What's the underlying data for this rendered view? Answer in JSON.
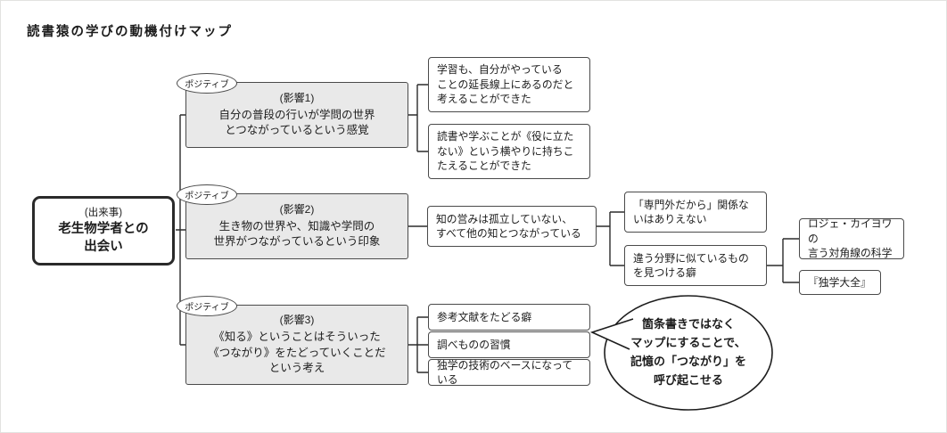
{
  "title": "読書猿の学びの動機付けマップ",
  "root": {
    "tag": "(出来事)",
    "label": "老生物学者との\n出会い"
  },
  "badge_label": "ポジティブ",
  "branches": [
    {
      "tag": "(影響1)",
      "text": "自分の普段の行いが学問の世界\nとつながっているという感覚"
    },
    {
      "tag": "(影響2)",
      "text": "生き物の世界や、知識や学問の\n世界がつながっているという印象"
    },
    {
      "tag": "(影響3)",
      "text": "《知る》ということはそういった\n《つながり》をたどっていくことだ\nという考え"
    }
  ],
  "branch1_children": [
    "学習も、自分がやっている\nことの延長線上にあるのだと\n考えることができた",
    "読書や学ぶことが《役に立た\nない》という横やりに持ちこ\nたえることができた"
  ],
  "branch2": {
    "mid": "知の営みは孤立していない、\nすべて他の知とつながっている",
    "children": [
      "「専門外だから」関係な\nいはありえない",
      "違う分野に似ているもの\nを見つける癖"
    ],
    "grandchildren": [
      "ロジェ・カイヨワの\n言う対角線の科学",
      "『独学大全』"
    ]
  },
  "branch3_children": [
    "参考文献をたどる癖",
    "調べものの習慣",
    "独学の技術のベースになっている"
  ],
  "bubble": "箇条書きではなく\nマップにすることで、\n記憶の「つながり」を\n呼び起こせる",
  "colors": {
    "line": "#2b2b2b",
    "influence_fill": "#e9e9e9"
  }
}
